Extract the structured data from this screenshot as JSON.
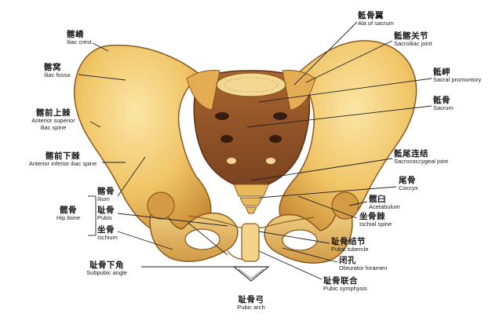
{
  "diagram": {
    "labels": {
      "iliac_crest": {
        "zh": "髂嵴",
        "en": "Iliac crest"
      },
      "iliac_fossa": {
        "zh": "髂窝",
        "en": "Iliac fossa"
      },
      "asis": {
        "zh": "髂前上棘",
        "en1": "Anterior superior",
        "en2": "iliac spine"
      },
      "aiis": {
        "zh": "髂前下棘",
        "en": "Anterior inferior iliac spine"
      },
      "hip_bone": {
        "zh": "髋骨",
        "en": "Hip bone"
      },
      "ilium": {
        "zh": "髂骨",
        "en": "Ilium"
      },
      "pubis": {
        "zh": "耻骨",
        "en": "Pubis"
      },
      "ischium": {
        "zh": "坐骨",
        "en": "Ischium"
      },
      "subpubic_angle": {
        "zh": "耻骨下角",
        "en": "Subpubic angle"
      },
      "pubic_arch": {
        "zh": "耻骨弓",
        "en": "Pubic arch"
      },
      "ala_of_sacrum": {
        "zh": "骶骨翼",
        "en": "Ala of sacrum"
      },
      "sacroiliac_joint": {
        "zh": "骶髂关节",
        "en": "Sacroiliac joint"
      },
      "sacral_promontory": {
        "zh": "骶岬",
        "en": "Sacral promontory"
      },
      "sacrum": {
        "zh": "骶骨",
        "en": "Sacrum"
      },
      "sacrococcygeal_joint": {
        "zh": "骶尾连结",
        "en": "Sacrococcygeal joint"
      },
      "coccyx": {
        "zh": "尾骨",
        "en": "Coccyx"
      },
      "acetabulum": {
        "zh": "髋臼",
        "en": "Acetabulum"
      },
      "ischial_spine": {
        "zh": "坐骨棘",
        "en": "Ischial spine"
      },
      "pubic_tubercle": {
        "zh": "耻骨结节",
        "en": "Pubic tubercle"
      },
      "obturator_foramen": {
        "zh": "闭孔",
        "en": "Obturator foramen"
      },
      "pubic_symphysis": {
        "zh": "耻骨联合",
        "en": "Pubic symphysis"
      }
    },
    "colors": {
      "bone_light": "#f6d27a",
      "bone_mid": "#e8b24f",
      "bone_dark": "#b5762a",
      "outline": "#8a5a1e",
      "sacrum": "#8a4f28",
      "foramen": "#3a1c0e",
      "leader": "#222222"
    }
  }
}
